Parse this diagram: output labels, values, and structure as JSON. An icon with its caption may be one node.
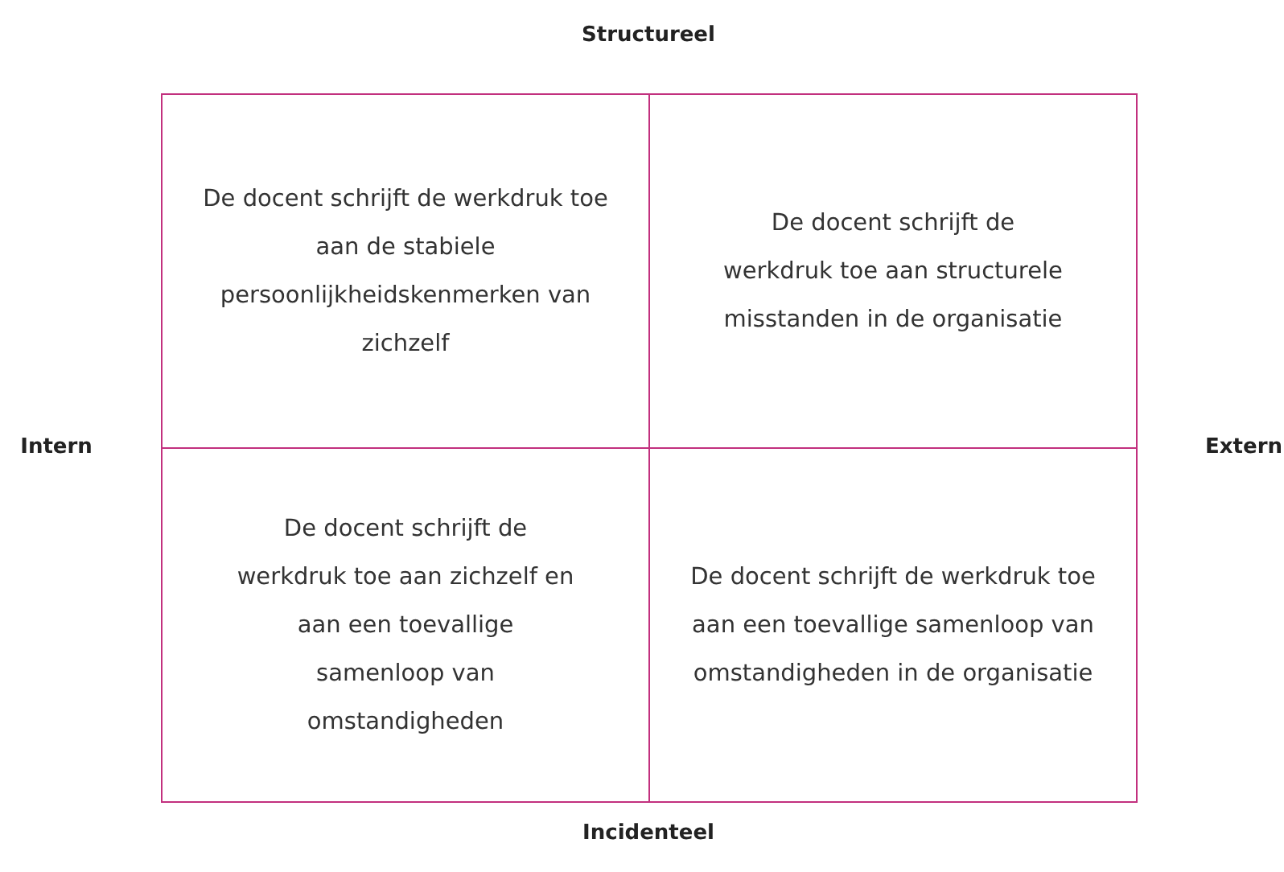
{
  "diagram": {
    "nodes": [
      {
        "text": [
          "De docent schrijft de werkdruk toe aan de stabiele persoonlijkheidskenmerken van zichzelf"
        ]
      },
      {
        "text": [
          "De docent schrijft de werkdruk toe aan structurele misstanden in de organisatie"
        ]
      },
      {
        "text": [
          "De docent schrijft de werkdruk toe aan zichzelf en aan een toevallige samenloop van omstandigheden"
        ]
      },
      {
        "text": [
          "De docent schrijft de werkdruk toe aan een toevallige samenloop van omstandigheden in de organisatie"
        ]
      }
    ],
    "labels": [
      "Structureel",
      "Intern",
      "Extern",
      "Incidenteel"
    ]
  }
}
